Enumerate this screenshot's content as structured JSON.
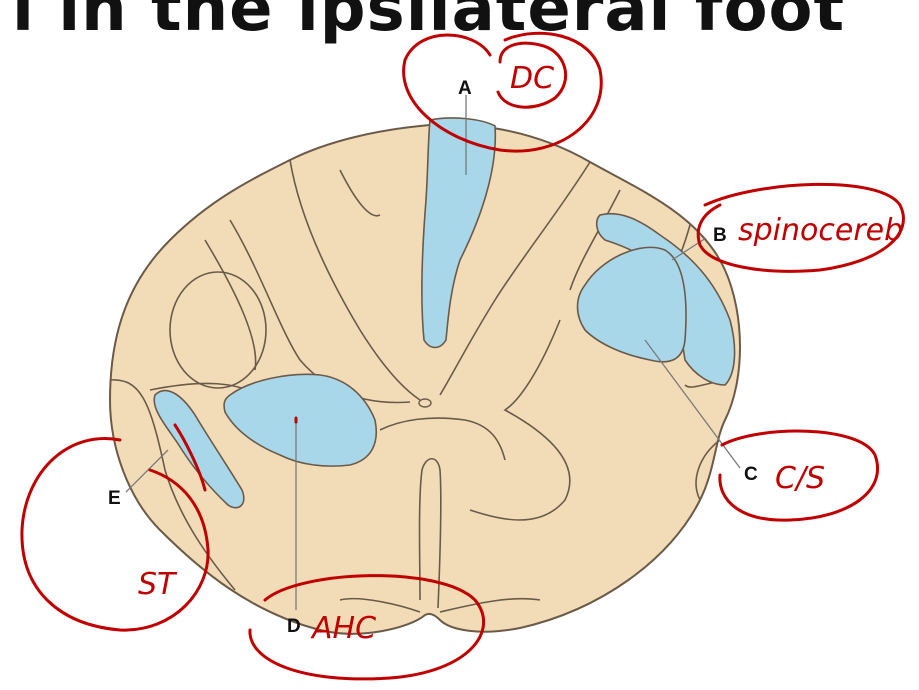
{
  "title": {
    "text": "l in the ipsilateral foot"
  },
  "colors": {
    "tissue": "#f2dcb8",
    "tract": "#a9d7ea",
    "outline": "#6b5a48",
    "ink": "#c00000",
    "leader": "#7a7a7a"
  },
  "labels": {
    "a": "A",
    "b": "B",
    "c": "C",
    "d": "D",
    "e": "E"
  },
  "annotations": {
    "a": "DC",
    "b": "spinocereb",
    "c": "C/S",
    "d": "AHC",
    "e": "ST"
  }
}
